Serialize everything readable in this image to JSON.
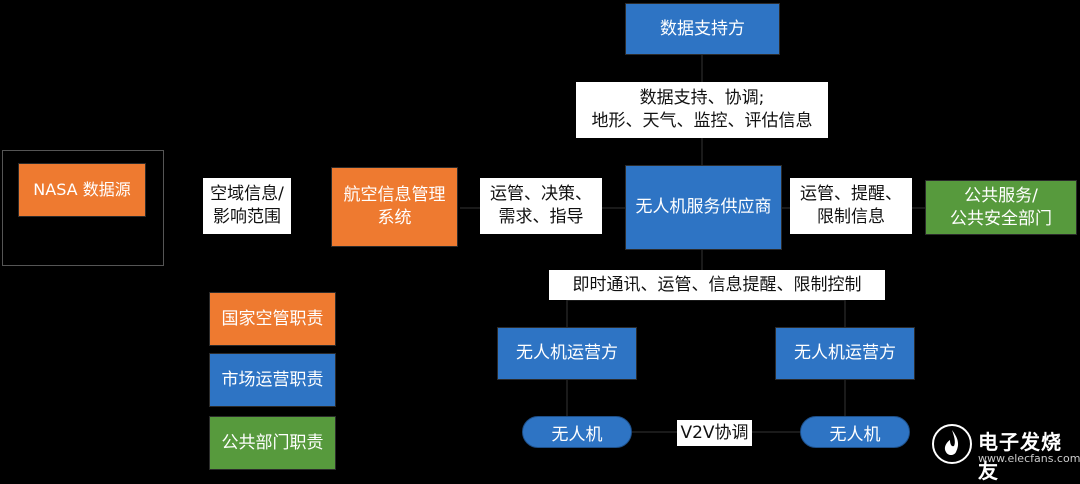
{
  "nodes": {
    "data_provider": "数据支持方",
    "nasa": "NASA 数据源",
    "aim_system": "航空信息管理系统",
    "uas_provider": "无人机服务供应商",
    "public_dept": "公共服务/\n公共安全部门",
    "operator_1": "无人机运营方",
    "operator_2": "无人机运营方",
    "uav_1": "无人机",
    "uav_2": "无人机"
  },
  "edge_labels": {
    "data_support": "数据支持、协调;\n地形、天气、监控、评估信息",
    "airspace": "空域信息/\n影响范围",
    "ops_decision": "运管、决策、\n需求、指导",
    "ops_alert": "运管、提醒、\n限制信息",
    "messaging": "即时通讯、运管、信息提醒、限制控制",
    "v2v": "V2V协调"
  },
  "legend": [
    {
      "label": "国家空管职责",
      "color": "#ee7a30"
    },
    {
      "label": "市场运营职责",
      "color": "#2e74c4"
    },
    {
      "label": "公共部门职责",
      "color": "#579a3d"
    }
  ],
  "watermark": {
    "text": "电子发烧友",
    "url": "www.elecfans.com",
    "icon": "flame-logo-icon"
  },
  "colors": {
    "background": "#000000",
    "blue": "#2e74c4",
    "orange": "#ee7a30",
    "green": "#579a3d"
  }
}
